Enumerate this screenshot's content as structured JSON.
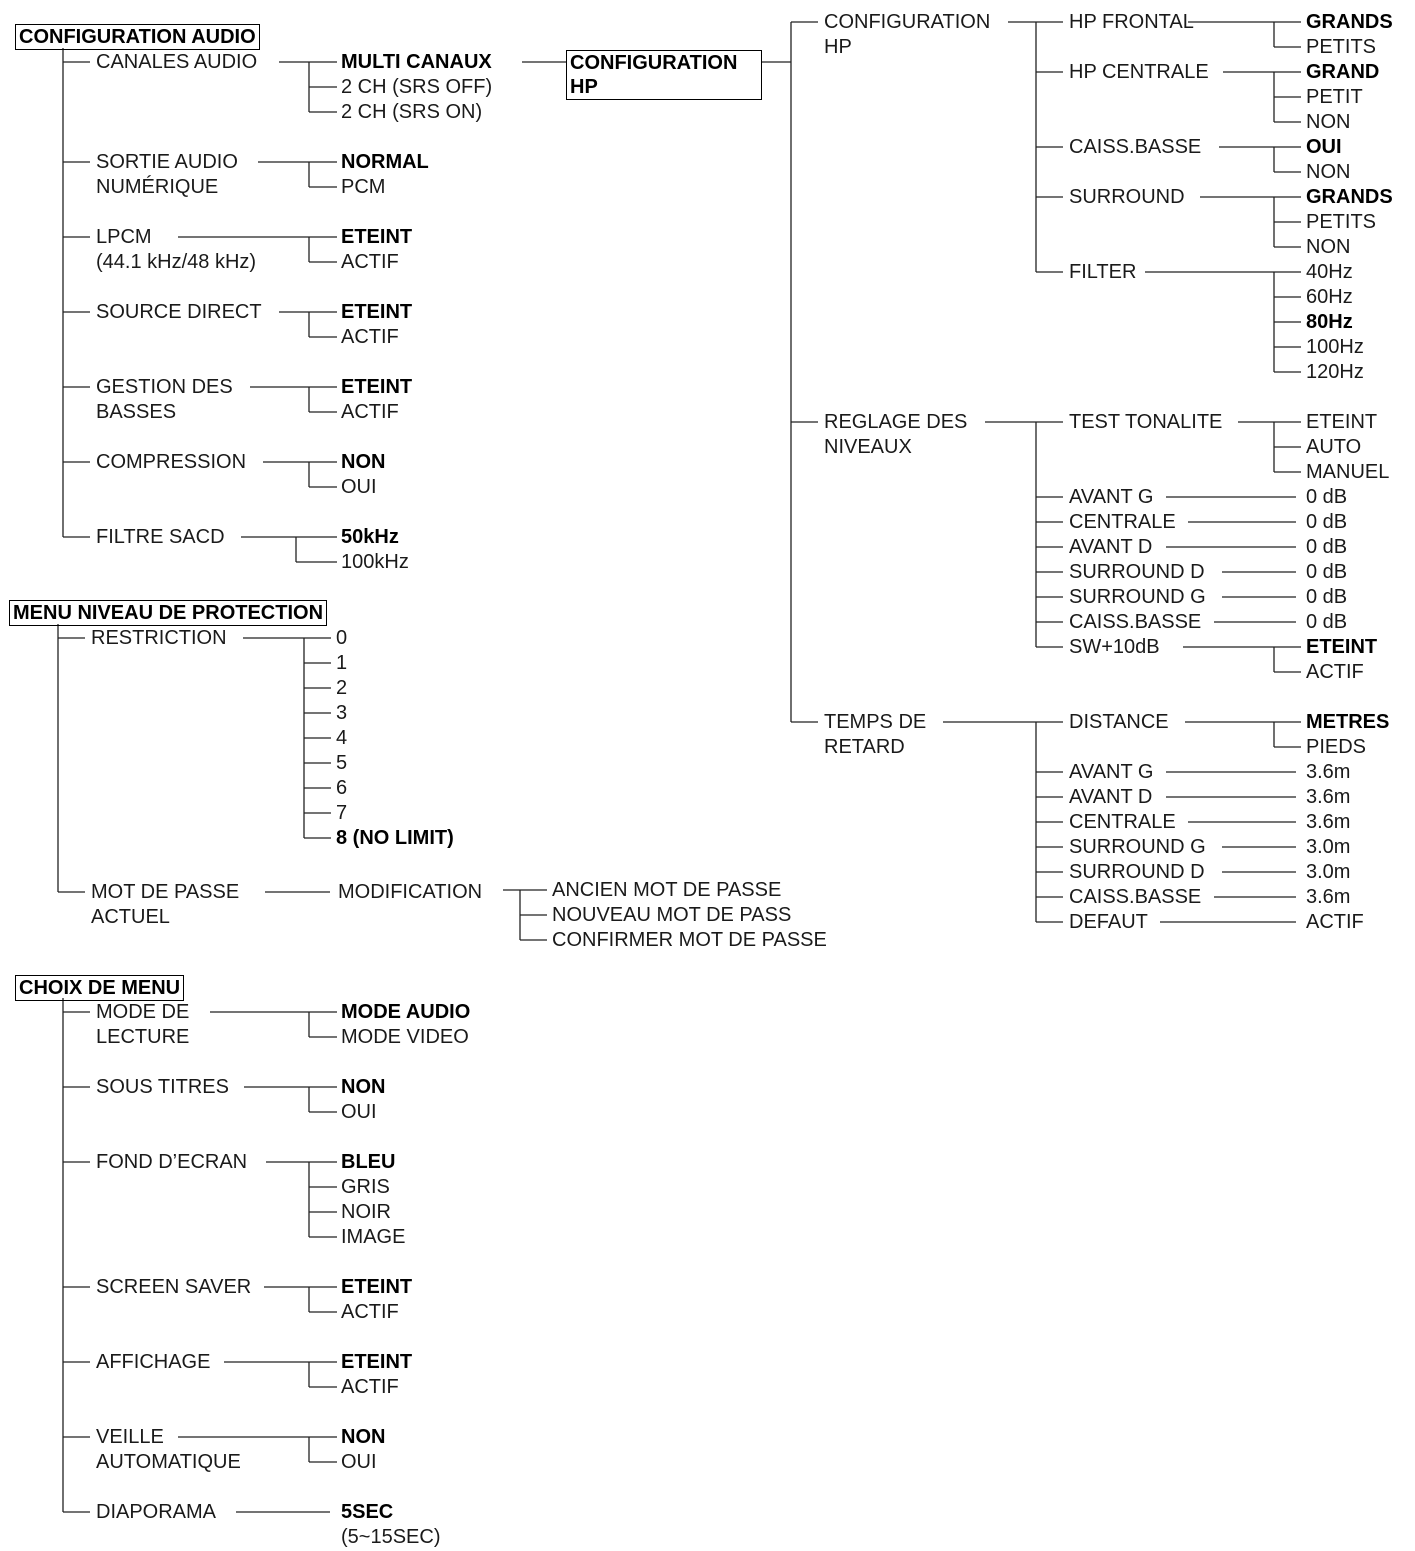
{
  "audio": {
    "title": "CONFIGURATION AUDIO",
    "canales": "CANALES AUDIO",
    "canales_opts": [
      "MULTI CANAUX",
      "2 CH (SRS OFF)",
      "2 CH (SRS ON)"
    ],
    "config_hp_box": [
      "CONFIGURATION",
      "HP"
    ],
    "sortie": [
      "SORTIE AUDIO",
      "NUMÉRIQUE"
    ],
    "sortie_opts": [
      "NORMAL",
      "PCM"
    ],
    "lpcm": [
      "LPCM",
      "(44.1 kHz/48 kHz)"
    ],
    "lpcm_opts": [
      "ETEINT",
      "ACTIF"
    ],
    "source": "SOURCE DIRECT",
    "source_opts": [
      "ETEINT",
      "ACTIF"
    ],
    "gestion": [
      "GESTION DES",
      "BASSES"
    ],
    "gestion_opts": [
      "ETEINT",
      "ACTIF"
    ],
    "compression": "COMPRESSION",
    "compression_opts": [
      "NON",
      "OUI"
    ],
    "filtre": "FILTRE SACD",
    "filtre_opts": [
      "50kHz",
      "100kHz"
    ]
  },
  "protection": {
    "title": "MENU NIVEAU DE PROTECTION",
    "restriction": "RESTRICTION",
    "restriction_opts": [
      "0",
      "1",
      "2",
      "3",
      "4",
      "5",
      "6",
      "7",
      "8 (NO LIMIT)"
    ],
    "motdepasse": [
      "MOT DE PASSE",
      "ACTUEL"
    ],
    "modification": "MODIFICATION",
    "modification_opts": [
      "ANCIEN MOT DE PASSE",
      "NOUVEAU MOT DE PASS",
      "CONFIRMER MOT DE PASSE"
    ]
  },
  "choix": {
    "title": "CHOIX DE MENU",
    "mode": [
      "MODE DE",
      "LECTURE"
    ],
    "mode_opts": [
      "MODE AUDIO",
      "MODE VIDEO"
    ],
    "sous": "SOUS TITRES",
    "sous_opts": [
      "NON",
      "OUI"
    ],
    "fond": "FOND D’ECRAN",
    "fond_opts": [
      "BLEU",
      "GRIS",
      "NOIR",
      "IMAGE"
    ],
    "screen": "SCREEN SAVER",
    "screen_opts": [
      "ETEINT",
      "ACTIF"
    ],
    "affichage": "AFFICHAGE",
    "affichage_opts": [
      "ETEINT",
      "ACTIF"
    ],
    "veille": [
      "VEILLE",
      "AUTOMATIQUE"
    ],
    "veille_opts": [
      "NON",
      "OUI"
    ],
    "diaporama": "DIAPORAMA",
    "diaporama_opts": [
      "5SEC",
      "(5~15SEC)"
    ]
  },
  "hp": {
    "config": [
      "CONFIGURATION",
      "HP"
    ],
    "frontal": "HP FRONTAL",
    "frontal_opts": [
      "GRANDS",
      "PETITS"
    ],
    "centrale": "HP CENTRALE",
    "centrale_opts": [
      "GRAND",
      "PETIT",
      "NON"
    ],
    "caiss": "CAISS.BASSE",
    "caiss_opts": [
      "OUI",
      "NON"
    ],
    "surround": "SURROUND",
    "surround_opts": [
      "GRANDS",
      "PETITS",
      "NON"
    ],
    "filter": "FILTER",
    "filter_opts": [
      "40Hz",
      "60Hz",
      "80Hz",
      "100Hz",
      "120Hz"
    ],
    "reglage": [
      "REGLAGE DES",
      "NIVEAUX"
    ],
    "test": "TEST TONALITE",
    "test_opts": [
      "ETEINT",
      "AUTO",
      "MANUEL"
    ],
    "levels": [
      {
        "label": "AVANT G",
        "value": "0 dB"
      },
      {
        "label": "CENTRALE",
        "value": "0 dB"
      },
      {
        "label": "AVANT D",
        "value": "0 dB"
      },
      {
        "label": "SURROUND D",
        "value": "0 dB"
      },
      {
        "label": "SURROUND G",
        "value": "0 dB"
      },
      {
        "label": "CAISS.BASSE",
        "value": "0 dB"
      }
    ],
    "sw": "SW+10dB",
    "sw_opts": [
      "ETEINT",
      "ACTIF"
    ],
    "temps": [
      "TEMPS DE",
      "RETARD"
    ],
    "distance": "DISTANCE",
    "distance_opts": [
      "METRES",
      "PIEDS"
    ],
    "delays": [
      {
        "label": "AVANT G",
        "value": "3.6m"
      },
      {
        "label": "AVANT D",
        "value": "3.6m"
      },
      {
        "label": "CENTRALE",
        "value": "3.6m"
      },
      {
        "label": "SURROUND G",
        "value": "3.0m"
      },
      {
        "label": "SURROUND D",
        "value": "3.0m"
      },
      {
        "label": "CAISS.BASSE",
        "value": "3.6m"
      },
      {
        "label": "DEFAUT",
        "value": "ACTIF"
      }
    ]
  }
}
